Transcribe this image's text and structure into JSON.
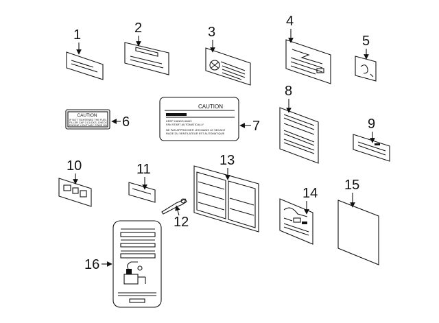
{
  "callouts": [
    "1",
    "2",
    "3",
    "4",
    "5",
    "6",
    "7",
    "8",
    "9",
    "10",
    "11",
    "12",
    "13",
    "14",
    "15",
    "16"
  ],
  "caution_small": {
    "title": "CAUTION",
    "lines": [
      "IF NOT TIGHTENED THE FUEL",
      "FILLER CAP 3 CLICKS, CHECK",
      "ENGINE LIGHT MAY COME ON"
    ]
  },
  "caution_large": {
    "title": "CAUTION",
    "lines": [
      "KEEP HANDS AWAY.",
      "FAN START AUTOMATICALLY",
      "NE PAS APPROCHER LES MAINS LE SECANT",
      "RAGE DU VENTILATEUR EST AUTOMATIQUE"
    ]
  }
}
